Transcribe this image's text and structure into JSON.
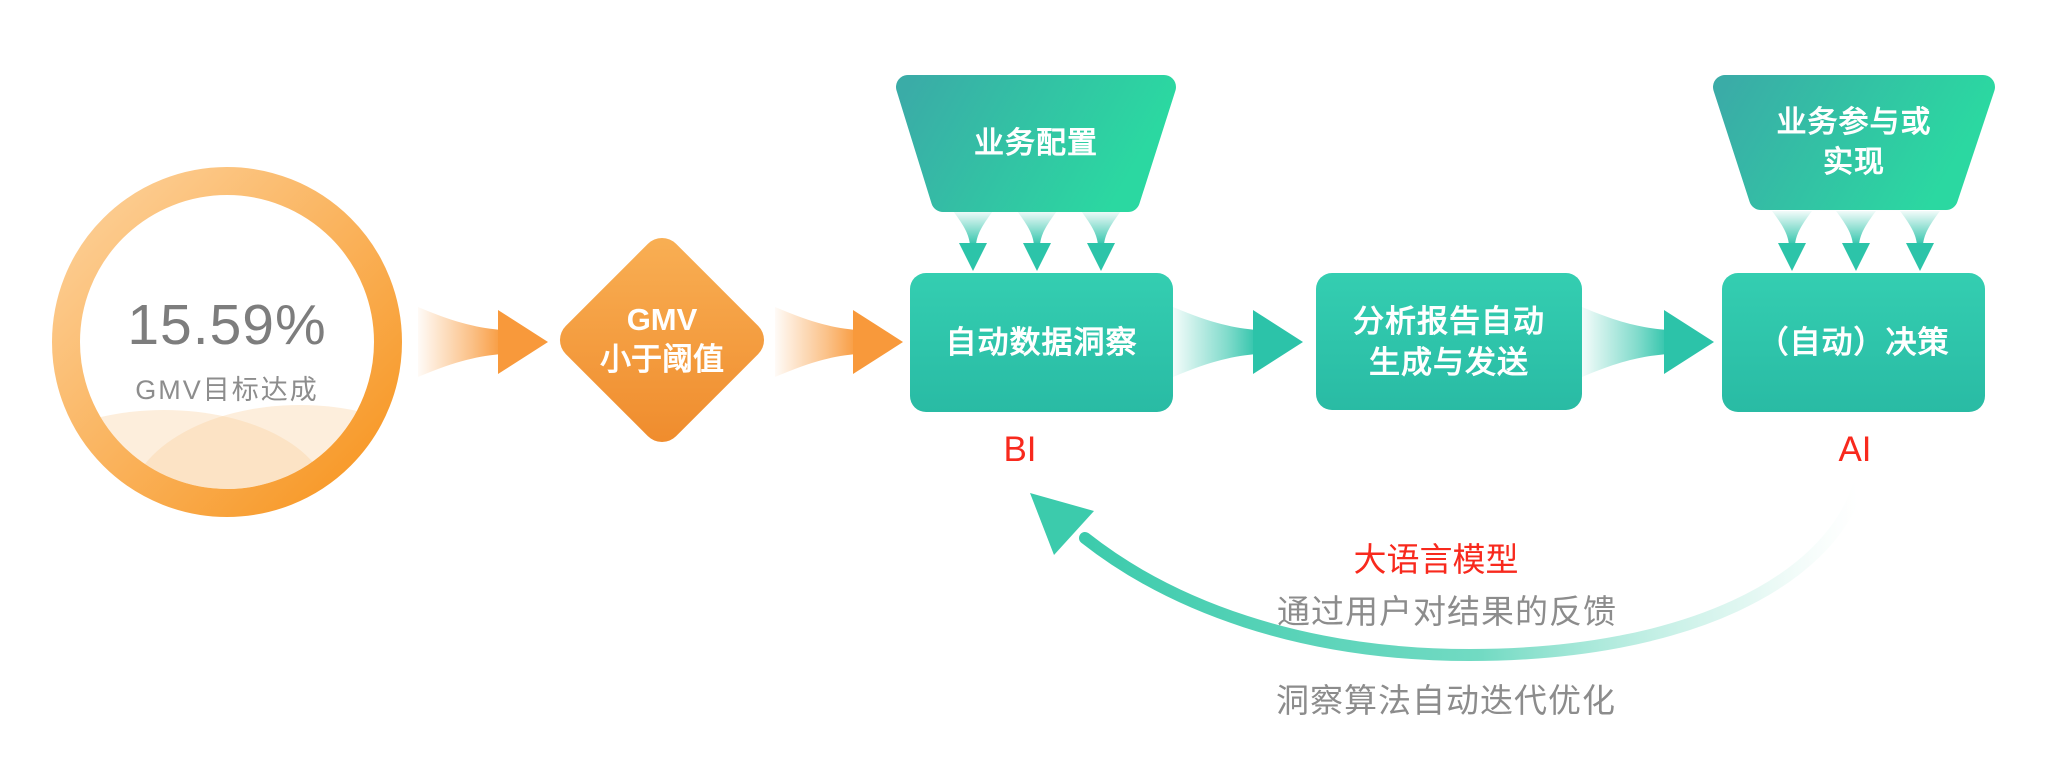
{
  "palette": {
    "orange": "#f8993b",
    "orange_light": "#fbc988",
    "teal": "#2cc3a9",
    "teal_green": "#2bd8a1",
    "red_accent": "#f8291d",
    "gray_text": "#8c8c8c",
    "value_gray": "#7d7d7d"
  },
  "gauge": {
    "value": "15.59%",
    "label": "GMV目标达成"
  },
  "decision_diamond": {
    "label": "GMV\n小于阈值"
  },
  "funnels": {
    "left_label": "业务配置",
    "right_label": "业务参与或\n实现"
  },
  "steps": {
    "insight": "自动数据洞察",
    "report": "分析报告自动\n生成与发送",
    "decision": "（自动）决策"
  },
  "annotations": {
    "bi": "BI",
    "ai": "AI"
  },
  "feedback_loop": {
    "title": "大语言模型",
    "line1": "通过用户对结果的反馈",
    "line2": "洞察算法自动迭代优化"
  },
  "icons": {
    "orange_flow_arrow": "right-arrow-icon",
    "teal_flow_arrow": "right-arrow-icon",
    "funnel_feed": "down-arrow-icon",
    "feedback": "curved-arrow-icon"
  }
}
